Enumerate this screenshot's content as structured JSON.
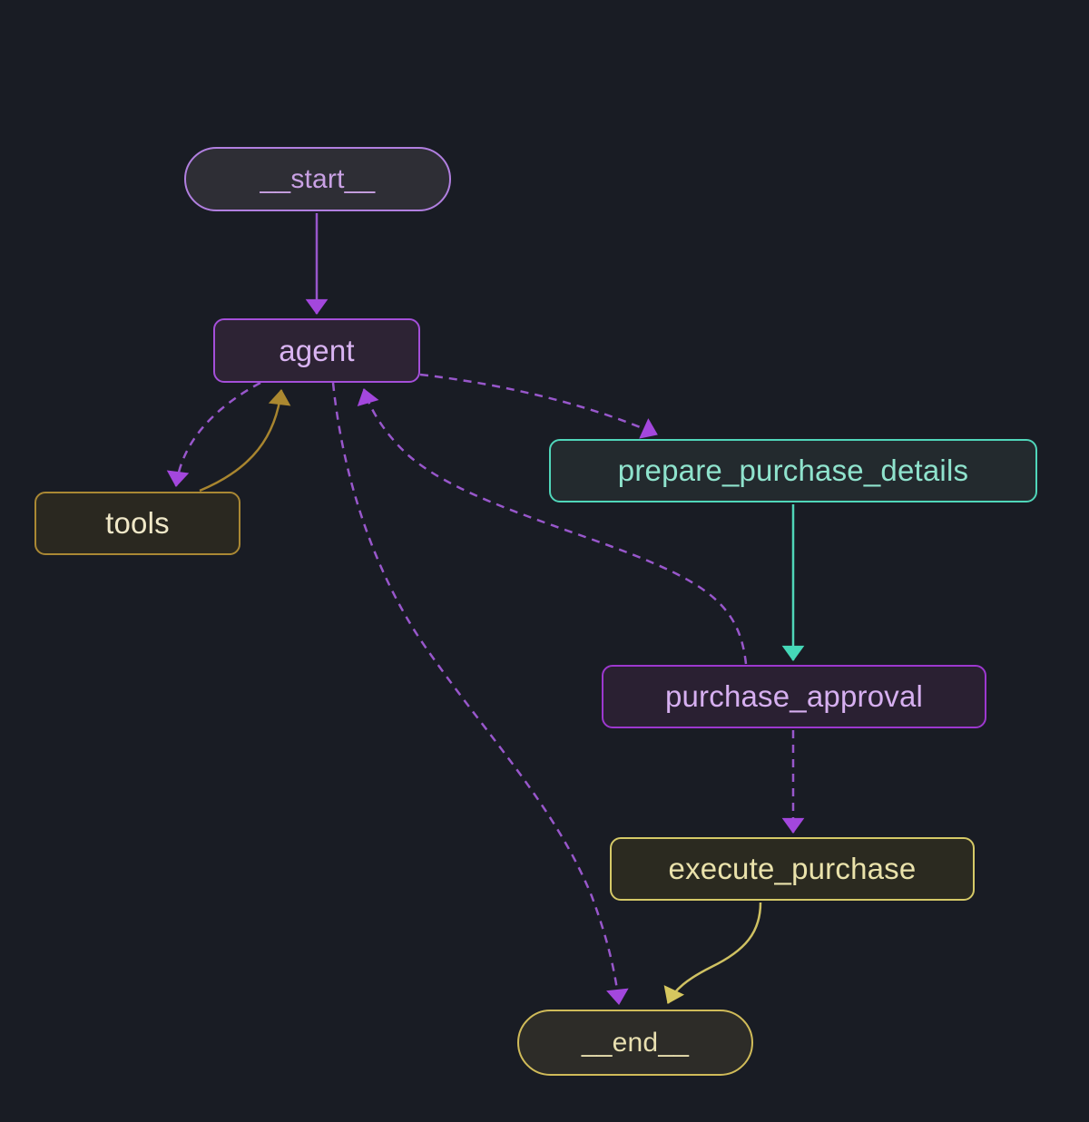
{
  "diagram": {
    "kind": "state-graph",
    "background_color": "#191c24",
    "nodes": [
      {
        "id": "__start__",
        "label": "__start__",
        "shape": "stadium",
        "border_color": "#b17fe0",
        "fill": "#2e2e35",
        "text_color": "#c9a1e4"
      },
      {
        "id": "agent",
        "label": "agent",
        "shape": "rect",
        "border_color": "#a44fd9",
        "fill": "#2d2334",
        "text_color": "#d9b4f2"
      },
      {
        "id": "tools",
        "label": "tools",
        "shape": "rect",
        "border_color": "#aa8834",
        "fill": "#2a2820",
        "text_color": "#f0e8c8"
      },
      {
        "id": "prepare_purchase_details",
        "label": "prepare_purchase_details",
        "shape": "rect",
        "border_color": "#50d6ba",
        "fill": "#232a2e",
        "text_color": "#8fe3cd"
      },
      {
        "id": "purchase_approval",
        "label": "purchase_approval",
        "shape": "rect",
        "border_color": "#9d38cf",
        "fill": "#2a2032",
        "text_color": "#d6aff0"
      },
      {
        "id": "execute_purchase",
        "label": "execute_purchase",
        "shape": "rect",
        "border_color": "#d5c967",
        "fill": "#2b2a20",
        "text_color": "#eae2ab"
      },
      {
        "id": "__end__",
        "label": "__end__",
        "shape": "stadium",
        "border_color": "#d0bb59",
        "fill": "#2d2c28",
        "text_color": "#e8dfb0"
      }
    ],
    "edges": [
      {
        "from": "__start__",
        "to": "agent",
        "style": "solid",
        "color": "#9857cb"
      },
      {
        "from": "agent",
        "to": "tools",
        "style": "dashed",
        "color": "#9857cb"
      },
      {
        "from": "tools",
        "to": "agent",
        "style": "solid",
        "color": "#a8852f"
      },
      {
        "from": "agent",
        "to": "prepare_purchase_details",
        "style": "dashed",
        "color": "#9857cb"
      },
      {
        "from": "prepare_purchase_details",
        "to": "purchase_approval",
        "style": "solid",
        "color": "#4fd6b8"
      },
      {
        "from": "purchase_approval",
        "to": "execute_purchase",
        "style": "dashed",
        "color": "#9857cb"
      },
      {
        "from": "purchase_approval",
        "to": "agent",
        "style": "dashed",
        "color": "#9857cb"
      },
      {
        "from": "agent",
        "to": "__end__",
        "style": "dashed",
        "color": "#9857cb"
      },
      {
        "from": "execute_purchase",
        "to": "__end__",
        "style": "solid",
        "color": "#cfc162"
      }
    ],
    "arrowhead_colors": {
      "purple": "#a347dd",
      "gold": "#ab8830",
      "yellow": "#d6c75f",
      "teal": "#45d8b8"
    }
  }
}
